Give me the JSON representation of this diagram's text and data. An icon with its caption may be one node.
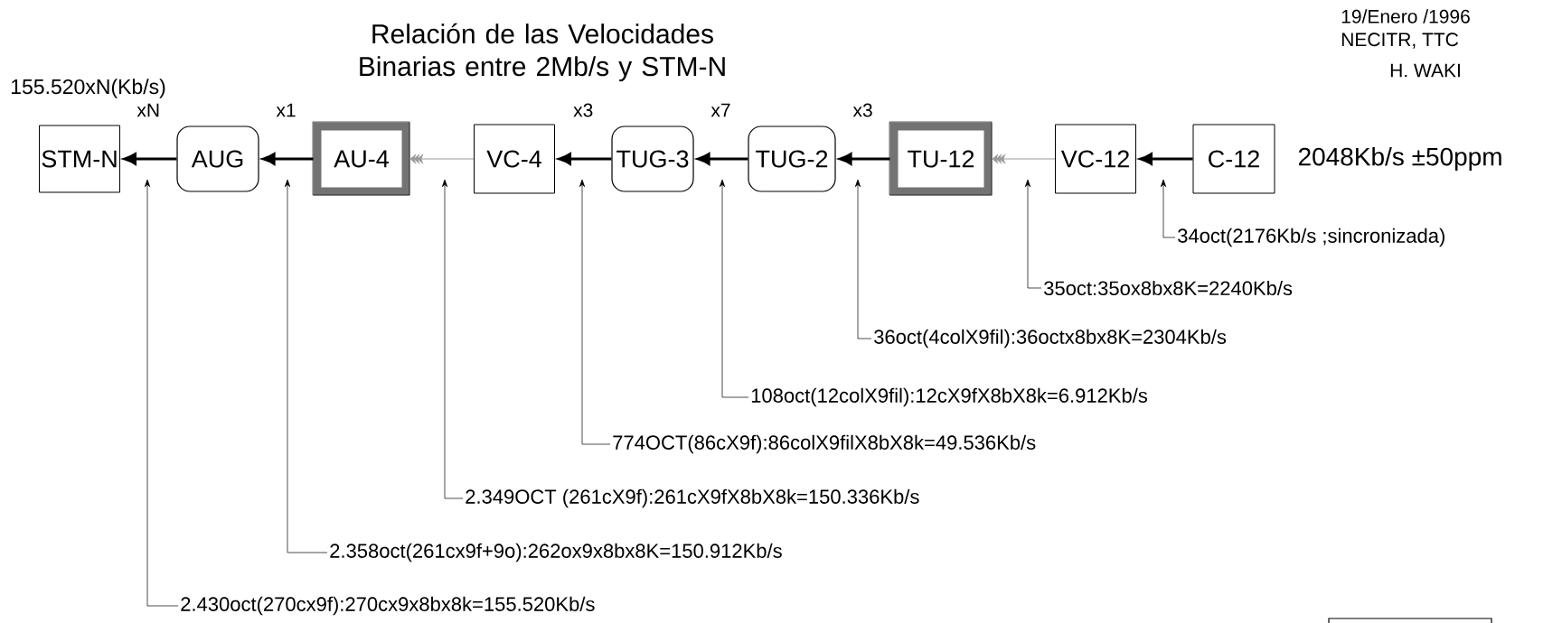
{
  "diagram": {
    "title": "Relación de las Velocidades Binarias entre 2Mb/s y STM-N",
    "nodes": [
      {
        "text": [
          "STM-N"
        ]
      },
      {
        "text": [
          "AUG"
        ]
      },
      {
        "text": [
          "AU-4"
        ]
      },
      {
        "text": [
          "VC-4"
        ]
      },
      {
        "text": [
          "TUG-3"
        ]
      },
      {
        "text": [
          "TUG-2"
        ]
      },
      {
        "text": [
          "TU-12"
        ]
      },
      {
        "text": [
          "VC-12"
        ]
      },
      {
        "text": [
          "C-12"
        ],
        "beside": [
          "2048Kb/s ±50ppm"
        ]
      },
      {
        "text": [
          "34oct(2176Kb/s ;sincronizada)"
        ]
      },
      {
        "text": [
          "35oct:35ox8bx8K=2240Kb/s"
        ]
      },
      {
        "text": [
          "36oct(4colX9fil):36octx8bx8K=2304Kb/s"
        ]
      },
      {
        "text": [
          "108oct(12colX9fil):12cX9fX8bX8k=6.912Kb/s"
        ]
      },
      {
        "text": [
          "774OCT(86cX9f):86colX9filX8bX8k=49.536Kb/s"
        ]
      },
      {
        "text": [
          "2.349OCT (261cX9f):261cX9fX8bX8k=150.336Kb/s"
        ]
      },
      {
        "text": [
          "2.358oct(261cx9f+9o):262ox9x8bx8K=150.912Kb/s"
        ]
      },
      {
        "text": [
          "2.430oct(270cx9f):270cx9x8bx8k=155.520Kb/s"
        ]
      }
    ],
    "edges": [
      {
        "from": 8,
        "to": 7,
        "arrow": "to"
      },
      {
        "from": 7,
        "to": 6,
        "arrow": "to",
        "color": "#999999"
      },
      {
        "from": 6,
        "to": 5,
        "arrow": "to",
        "label": "x3"
      },
      {
        "from": 5,
        "to": 4,
        "arrow": "to",
        "label": "x7"
      },
      {
        "from": 4,
        "to": 3,
        "arrow": "to",
        "label": "x3"
      },
      {
        "from": 3,
        "to": 2,
        "arrow": "to",
        "color": "#999999"
      },
      {
        "from": 2,
        "to": 1,
        "arrow": "to",
        "label": "x1"
      },
      {
        "from": 1,
        "to": 0,
        "arrow": "to",
        "label": "xN"
      },
      {
        "from": 9,
        "to": null,
        "arrow": "to"
      },
      {
        "from": 10,
        "to": null,
        "arrow": "to"
      },
      {
        "from": 11,
        "to": null,
        "arrow": "to"
      },
      {
        "from": 12,
        "to": null,
        "arrow": "to"
      },
      {
        "from": 13,
        "to": null,
        "arrow": "to"
      },
      {
        "from": 14,
        "to": null,
        "arrow": "to"
      },
      {
        "from": 15,
        "to": null,
        "arrow": "to"
      },
      {
        "from": 16,
        "to": null,
        "arrow": "to"
      }
    ],
    "labels": [
      "19/Enero /1996",
      "NECITR, TTC",
      "H. WAKI",
      "155.520xN(Kb/s)"
    ]
  }
}
